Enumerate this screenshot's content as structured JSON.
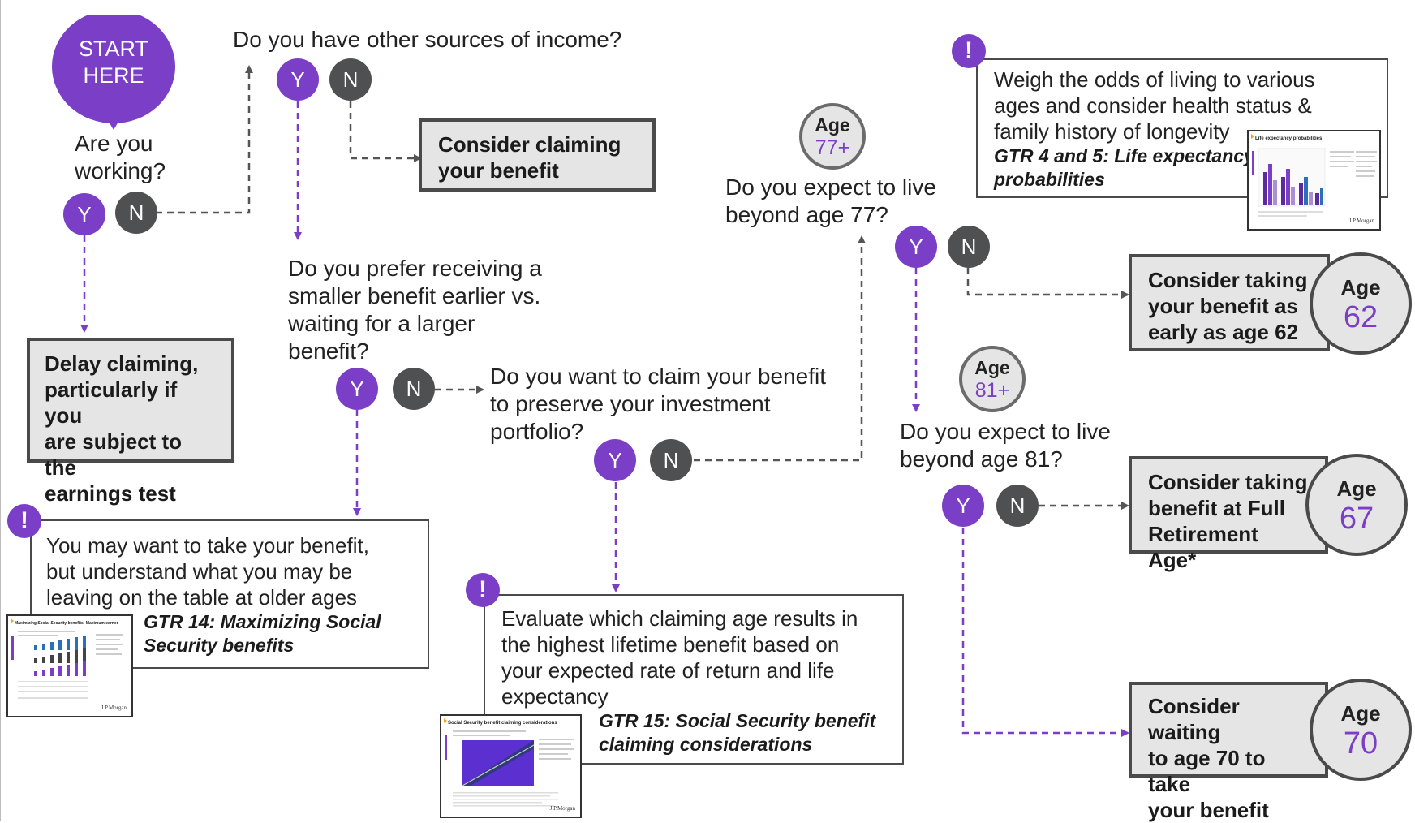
{
  "start": {
    "line1": "START",
    "line2": "HERE"
  },
  "yes_label": "Y",
  "no_label": "N",
  "questions": {
    "working": [
      "Are you",
      "working?"
    ],
    "other_income": "Do you have other sources of income?",
    "prefer_smaller": [
      "Do you prefer receiving a",
      "smaller benefit earlier vs.",
      "waiting for a larger",
      "benefit?"
    ],
    "preserve_portfolio": [
      "Do you want to claim your benefit",
      "to preserve your investment",
      "portfolio?"
    ],
    "live_77": [
      "Do you expect to live",
      "beyond age 77?"
    ],
    "live_81": [
      "Do you expect to live",
      "beyond age 81?"
    ]
  },
  "age_tags": {
    "age77": {
      "label": "Age",
      "value": "77+"
    },
    "age81": {
      "label": "Age",
      "value": "81+"
    }
  },
  "outcomes": {
    "delay": [
      "Delay claiming,",
      "particularly if you",
      "are subject to the",
      "earnings test"
    ],
    "consider_claiming": [
      "Consider claiming",
      "your benefit"
    ],
    "early62": {
      "text": [
        "Consider taking",
        "your benefit as",
        "early as age 62"
      ],
      "age_label": "Age",
      "age_value": "62"
    },
    "fra67": {
      "text": [
        "Consider taking",
        "benefit at Full",
        "Retirement Age*"
      ],
      "age_label": "Age",
      "age_value": "67"
    },
    "wait70": {
      "text": [
        "Consider waiting",
        "to age 70 to take",
        "your benefit"
      ],
      "age_label": "Age",
      "age_value": "70"
    }
  },
  "notes": {
    "longevity": {
      "text": [
        "Weigh the odds of living to various",
        "ages and consider health status &",
        "family history of longevity"
      ],
      "ref": [
        "GTR 4 and 5: Life expectancy",
        "probabilities"
      ],
      "thumb_title": "Life expectancy probabilities"
    },
    "older_ages": {
      "text": [
        "You may want to take your benefit,",
        "but understand what you may be",
        "leaving on the table at older ages"
      ],
      "ref": [
        "GTR 14: Maximizing Social",
        "Security benefits"
      ],
      "thumb_title": "Maximizing Social Security benefits: Maximum earner"
    },
    "lifetime": {
      "text": [
        "Evaluate which claiming age results in",
        "the highest lifetime benefit based on",
        "your expected rate of return and life",
        "expectancy"
      ],
      "ref": [
        "GTR 15: Social Security benefit",
        "claiming considerations"
      ],
      "thumb_title": "Social Security benefit claiming considerations"
    }
  },
  "bang_label": "!",
  "thumb_logo": "J.P.Morgan",
  "colors": {
    "purple": "#7b3fc7",
    "dark": "#4f5051",
    "box_fill": "#e5e5e6",
    "box_border": "#4a4a4a"
  }
}
